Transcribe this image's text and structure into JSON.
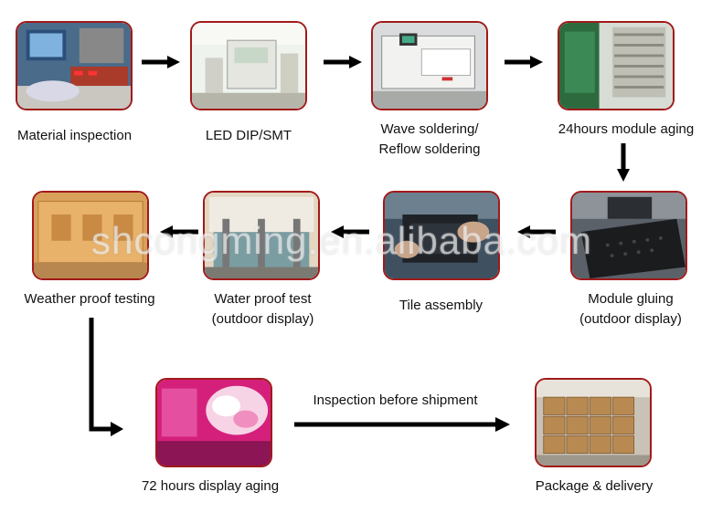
{
  "steps": [
    {
      "id": "material-inspection",
      "lines": [
        "Material inspection"
      ]
    },
    {
      "id": "led-dip-smt",
      "lines": [
        "LED DIP/SMT"
      ]
    },
    {
      "id": "wave-soldering",
      "lines": [
        "Wave soldering/",
        "Reflow soldering"
      ]
    },
    {
      "id": "module-aging",
      "lines": [
        "24hours module aging"
      ]
    },
    {
      "id": "module-gluing",
      "lines": [
        "Module gluing",
        "(outdoor display)"
      ]
    },
    {
      "id": "tile-assembly",
      "lines": [
        "Tile assembly"
      ]
    },
    {
      "id": "water-proof-test",
      "lines": [
        "Water proof  test",
        "(outdoor display)"
      ]
    },
    {
      "id": "weather-proof-testing",
      "lines": [
        "Weather proof testing"
      ]
    },
    {
      "id": "display-aging",
      "lines": [
        "72 hours display aging"
      ]
    },
    {
      "id": "package-delivery",
      "lines": [
        "Package & delivery"
      ]
    }
  ],
  "connector_label": "Inspection before shipment",
  "watermark": "shcongming.en.alibaba.com",
  "colors": {
    "frame": "#a11a1a",
    "arrow": "#000000"
  }
}
